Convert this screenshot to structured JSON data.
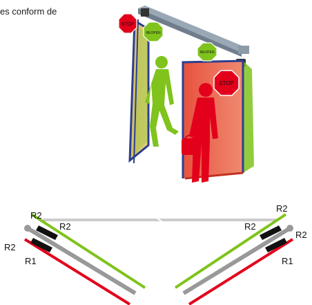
{
  "caption": "es conform de",
  "signs": {
    "stop_top": "STOP",
    "reopen_left": "REOPEN",
    "reopen_right": "REOPEN",
    "stop_door": "STOP"
  },
  "plan": {
    "left": {
      "outer_top": "R2",
      "inner": "R2",
      "outer_side": "R2",
      "bottom": "R1"
    },
    "right": {
      "outer_top": "R2",
      "inner": "R2",
      "outer_side": "R2",
      "bottom": "R1"
    }
  },
  "colors": {
    "stop_red": "#e3001b",
    "reopen_green": "#7fc31c",
    "door_red": "#e8523f",
    "frame_blue": "#2a3f8f",
    "rail_gray": "#8c9aa8",
    "sensor_black": "#111111",
    "leaf_gray": "#a0a0a0"
  }
}
